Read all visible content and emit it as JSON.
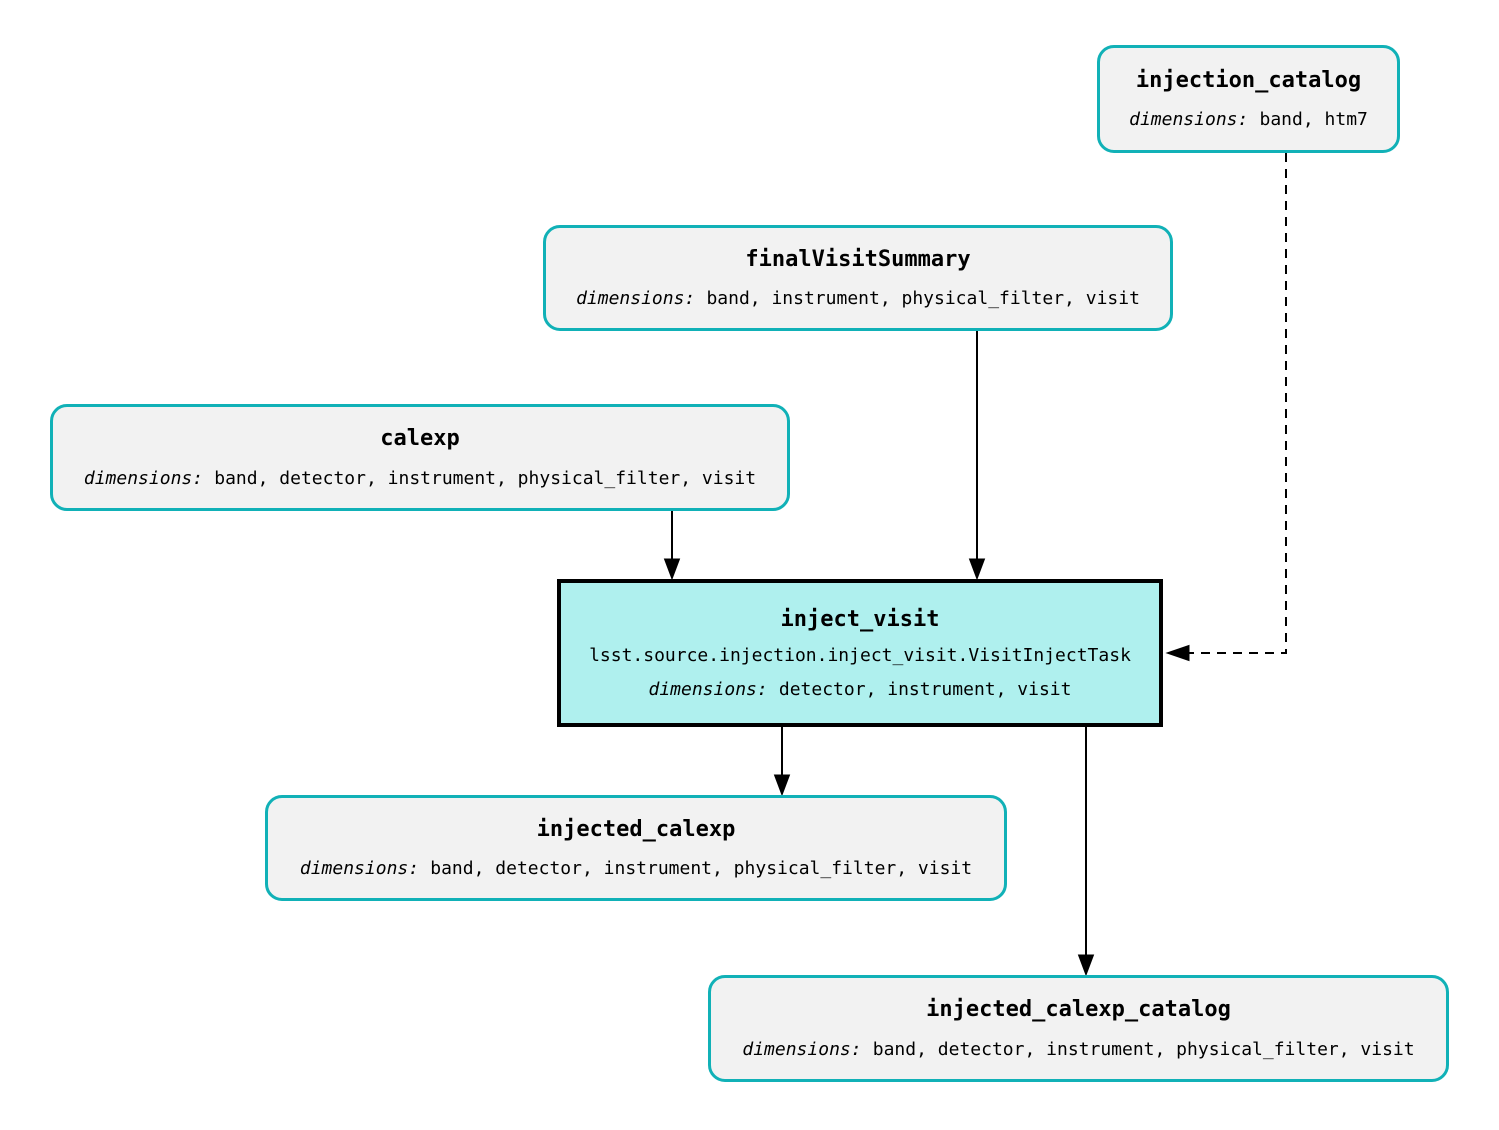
{
  "diagram": {
    "nodes": {
      "injection_catalog": {
        "title": "injection_catalog",
        "dims_label": "dimensions:",
        "dims": "band, htm7",
        "type": "dataset"
      },
      "finalVisitSummary": {
        "title": "finalVisitSummary",
        "dims_label": "dimensions:",
        "dims": "band, instrument, physical_filter, visit",
        "type": "dataset"
      },
      "calexp": {
        "title": "calexp",
        "dims_label": "dimensions:",
        "dims": "band, detector, instrument, physical_filter, visit",
        "type": "dataset"
      },
      "inject_visit": {
        "title": "inject_visit",
        "task_class": "lsst.source.injection.inject_visit.VisitInjectTask",
        "dims_label": "dimensions:",
        "dims": "detector, instrument, visit",
        "type": "task"
      },
      "injected_calexp": {
        "title": "injected_calexp",
        "dims_label": "dimensions:",
        "dims": "band, detector, instrument, physical_filter, visit",
        "type": "dataset"
      },
      "injected_calexp_catalog": {
        "title": "injected_calexp_catalog",
        "dims_label": "dimensions:",
        "dims": "band, detector, instrument, physical_filter, visit",
        "type": "dataset"
      }
    },
    "edges": [
      {
        "from": "calexp",
        "to": "inject_visit",
        "style": "solid"
      },
      {
        "from": "finalVisitSummary",
        "to": "inject_visit",
        "style": "solid"
      },
      {
        "from": "injection_catalog",
        "to": "inject_visit",
        "style": "dashed"
      },
      {
        "from": "inject_visit",
        "to": "injected_calexp",
        "style": "solid"
      },
      {
        "from": "inject_visit",
        "to": "injected_calexp_catalog",
        "style": "solid"
      }
    ],
    "colors": {
      "background": "#ffffff",
      "dataset_border": "#11b1b7",
      "dataset_fill": "#f2f2f2",
      "task_border": "#000000",
      "task_fill": "#aff0ee",
      "edge": "#000000"
    }
  }
}
